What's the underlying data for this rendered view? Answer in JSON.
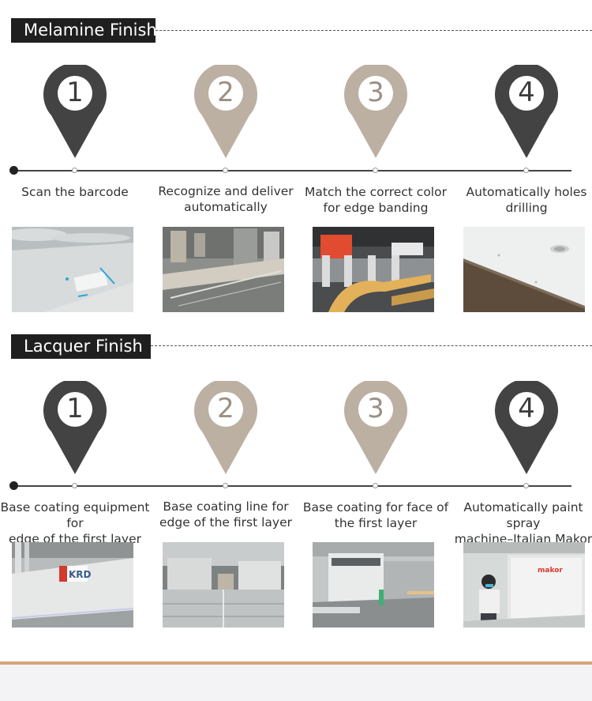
{
  "colors": {
    "pin_dark": "#434343",
    "pin_tan": "#bcb0a2",
    "num_dark": "#3c3c3c",
    "num_tan": "#9c8f82",
    "footer_accent": "#d6a479"
  },
  "sections": [
    {
      "title": "Melamine Finish",
      "steps": [
        {
          "number": "1",
          "style": "dark",
          "label_line1": "Scan the barcode",
          "label_line2": "",
          "photo": "barcode-scanning-photo"
        },
        {
          "number": "2",
          "style": "tan",
          "label_line1": "Recognize and deliver",
          "label_line2": "automatically",
          "photo": "conveyor-line-photo"
        },
        {
          "number": "3",
          "style": "tan",
          "label_line1": "Match the correct color",
          "label_line2": "for edge banding",
          "photo": "edge-banding-machine-photo"
        },
        {
          "number": "4",
          "style": "dark",
          "label_line1": "Automatically holes",
          "label_line2": "drilling",
          "photo": "drilled-panel-photo"
        }
      ]
    },
    {
      "title": "Lacquer Finish",
      "steps": [
        {
          "number": "1",
          "style": "dark",
          "label_line1": "Base coating equipment for",
          "label_line2": "edge of the first layer",
          "photo": "edge-coating-machine-photo",
          "photo_text": "KRD"
        },
        {
          "number": "2",
          "style": "tan",
          "label_line1": "Base coating line for",
          "label_line2": "edge of the first layer",
          "photo": "coating-line-photo"
        },
        {
          "number": "3",
          "style": "tan",
          "label_line1": "Base coating for face of",
          "label_line2": "the first layer",
          "photo": "face-coating-machine-photo"
        },
        {
          "number": "4",
          "style": "dark",
          "label_line1": "Automatically paint spray",
          "label_line2": "machine–Italian Makor",
          "photo": "spray-machine-photo",
          "photo_text": "makor"
        }
      ]
    }
  ]
}
